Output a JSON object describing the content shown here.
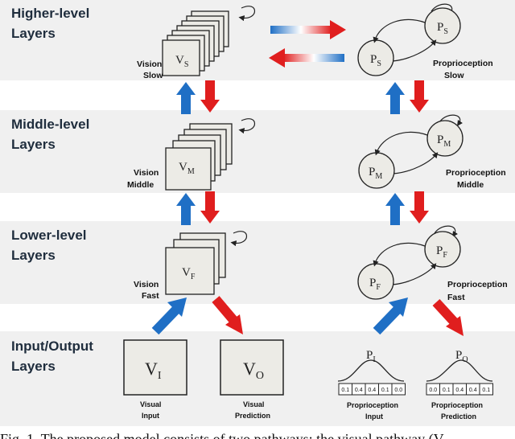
{
  "bands": [
    {
      "line1": "Higher-level",
      "line2": "Layers"
    },
    {
      "line1": "Middle-level",
      "line2": "Layers"
    },
    {
      "line1": "Lower-level",
      "line2": "Layers"
    },
    {
      "line1": "Input/Output",
      "line2": "Layers"
    }
  ],
  "vision": {
    "slow": {
      "sym": "V",
      "sub": "S",
      "line1": "Vision",
      "line2": "Slow"
    },
    "middle": {
      "sym": "V",
      "sub": "M",
      "line1": "Vision",
      "line2": "Middle"
    },
    "fast": {
      "sym": "V",
      "sub": "F",
      "line1": "Vision",
      "line2": "Fast"
    }
  },
  "proprio": {
    "slow": {
      "sym": "P",
      "sub": "S",
      "line1": "Proprioception",
      "line2": "Slow"
    },
    "middle": {
      "sym": "P",
      "sub": "M",
      "line1": "Proprioception",
      "line2": "Middle"
    },
    "fast": {
      "sym": "P",
      "sub": "F",
      "line1": "Proprioception",
      "line2": "Fast"
    }
  },
  "io": {
    "visual_input": {
      "sym": "V",
      "sub": "I",
      "line1": "Visual",
      "line2": "Input"
    },
    "visual_prediction": {
      "sym": "V",
      "sub": "O",
      "line1": "Visual",
      "line2": "Prediction"
    },
    "proprio_input": {
      "sym": "P",
      "sub": "I",
      "line1": "Proprioception",
      "line2": "Input",
      "cells": [
        "0.1",
        "0.4",
        "0.4",
        "0.1",
        "0.0"
      ]
    },
    "proprio_prediction": {
      "sym": "P",
      "sub": "O",
      "line1": "Proprioception",
      "line2": "Prediction",
      "cells": [
        "0.0",
        "0.1",
        "0.4",
        "0.4",
        "0.1"
      ]
    }
  },
  "caption": "Fig. 1. The proposed model consists of two pathways: the visual pathway (V",
  "colors": {
    "up": "#1f6fc5",
    "down": "#e01e1e",
    "band": "#f0f0f0",
    "node": "#ecebe6"
  }
}
